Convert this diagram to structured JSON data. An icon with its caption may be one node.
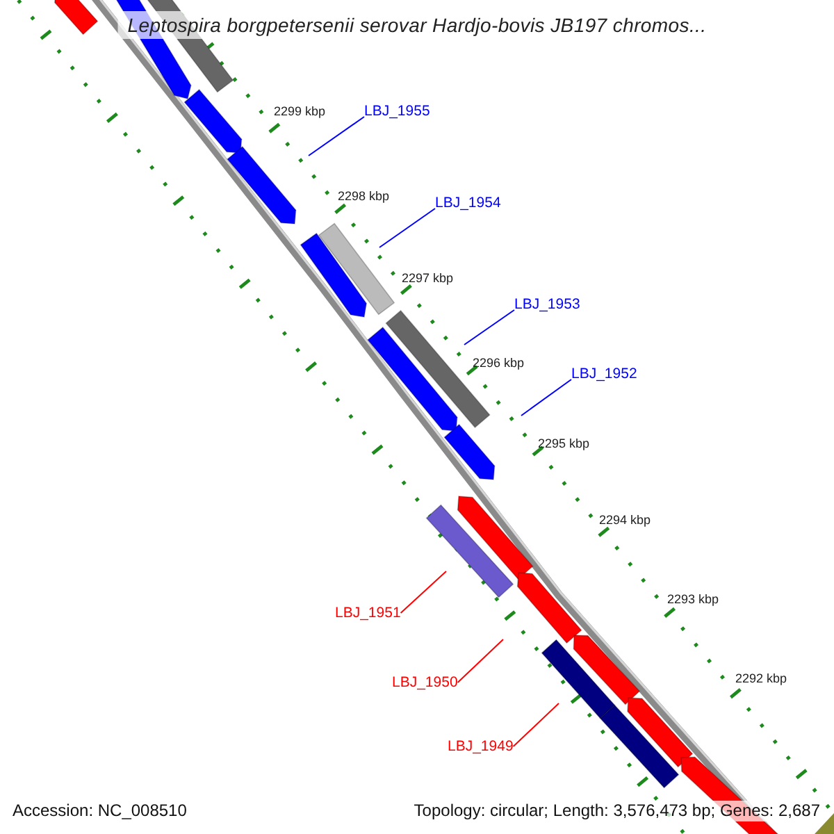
{
  "diagram": {
    "title": "Leptospira borgpetersenii serovar Hardjo-bovis JB197 chromos...",
    "nodes": [
      {
        "text": [
          "LBJ_1955"
        ]
      },
      {
        "text": [
          "LBJ_1954"
        ]
      },
      {
        "text": [
          "LBJ_1953"
        ]
      },
      {
        "text": [
          "LBJ_1952"
        ]
      },
      {
        "text": [
          "LBJ_1951"
        ]
      },
      {
        "text": [
          "LBJ_1950"
        ]
      },
      {
        "text": [
          "LBJ_1949"
        ]
      }
    ],
    "edges": [
      {
        "from": 0,
        "to": null,
        "arrow": "none"
      },
      {
        "from": 1,
        "to": null,
        "arrow": "none"
      },
      {
        "from": 2,
        "to": null,
        "arrow": "none"
      },
      {
        "from": 3,
        "to": null,
        "arrow": "none"
      },
      {
        "from": 4,
        "to": null,
        "arrow": "none",
        "color": "#ff0000"
      },
      {
        "from": 5,
        "to": null,
        "arrow": "none",
        "color": "#ff0000"
      },
      {
        "from": 6,
        "to": null,
        "arrow": "none",
        "color": "#ff0000"
      }
    ],
    "labels": [
      "2299 kbp",
      "2298 kbp",
      "2297 kbp",
      "2296 kbp",
      "2295 kbp",
      "2294 kbp",
      "2293 kbp",
      "2292 kbp",
      "Accession: NC_008510",
      "Topology: circular; Length: 3,576,473 bp; Genes: 2,687"
    ]
  }
}
